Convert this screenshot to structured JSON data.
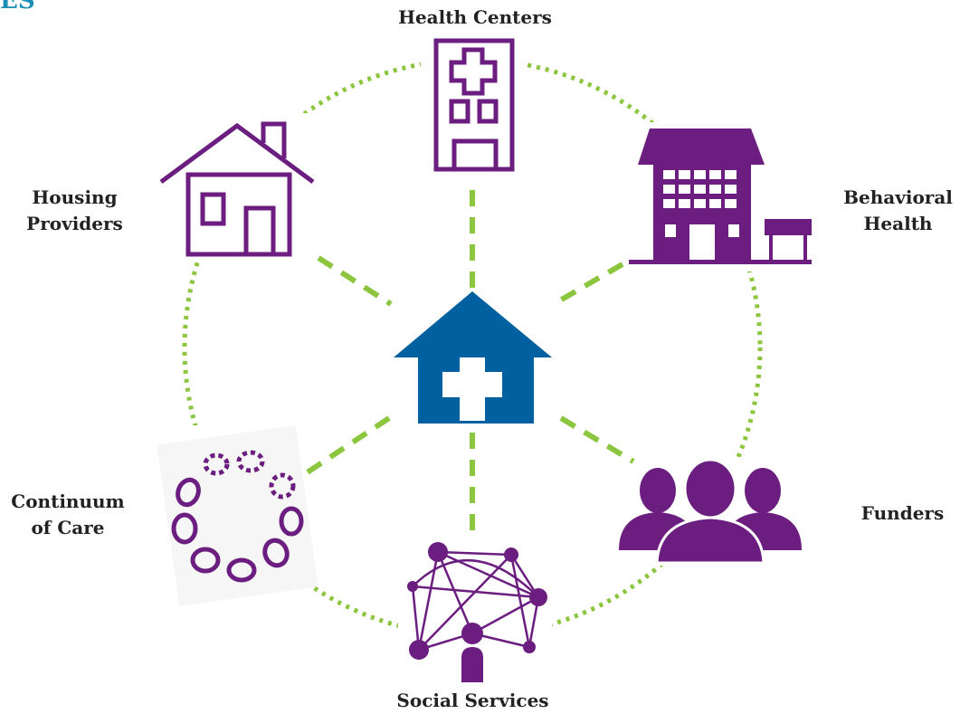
{
  "corner_fragment": "ES",
  "nodes": {
    "health_centers": "Health Centers",
    "behavioral_health": "Behavioral\nHealth",
    "housing_providers": "Housing\nProviders",
    "continuum_of_care": "Continuum\nof Care",
    "funders": "Funders",
    "social_services": "Social Services"
  },
  "colors": {
    "connector": "#8cc63f",
    "icon": "#6b1e7f",
    "hub": "#0060a0",
    "text": "#222222"
  }
}
